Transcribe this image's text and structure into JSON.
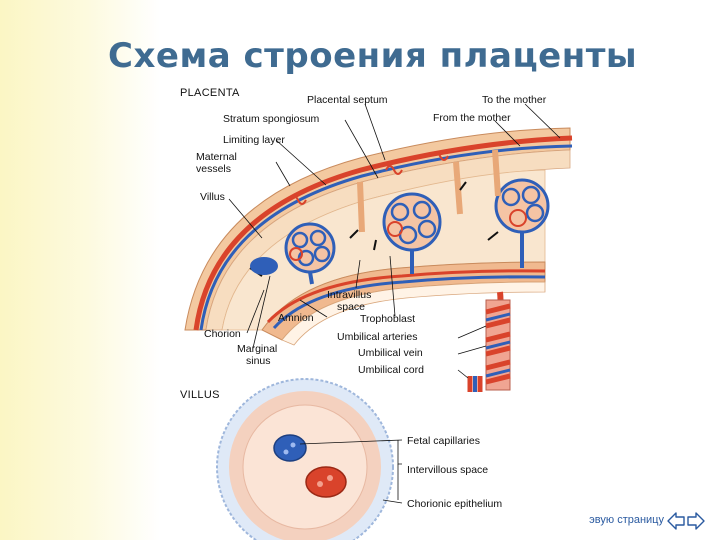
{
  "slide": {
    "title": "Схема строения плаценты"
  },
  "diagram": {
    "placenta_heading": "PLACENTA",
    "villus_heading": "VILLUS",
    "labels": {
      "placental_septum": "Placental septum",
      "to_the_mother": "To the mother",
      "stratum_spongiosum": "Stratum spongiosum",
      "from_the_mother": "From the mother",
      "limiting_layer": "Limiting layer",
      "maternal": "Maternal",
      "vessels": "vessels",
      "villus": "Villus",
      "intravillus": "Intravillus",
      "space": "space",
      "amnion": "Amnion",
      "trophoblast": "Trophoblast",
      "chorion": "Chorion",
      "marginal": "Marginal",
      "sinus": "sinus",
      "umbilical_arteries": "Umbilical arteries",
      "umbilical_vein": "Umbilical vein",
      "umbilical_cord": "Umbilical cord",
      "fetal_capillaries": "Fetal capillaries",
      "intervillous_space": "Intervillous space",
      "chorionic_epithelium": "Chorionic epithelium"
    }
  },
  "nav": {
    "text": "эвую страницу",
    "prev_icon": "arrow-left-icon",
    "next_icon": "arrow-right-icon"
  },
  "colors": {
    "title": "#3f6b91",
    "artery": "#d9432b",
    "vein": "#2f5fb8",
    "tissue": "#f6cfa6",
    "accent": "#2a5aa0"
  }
}
